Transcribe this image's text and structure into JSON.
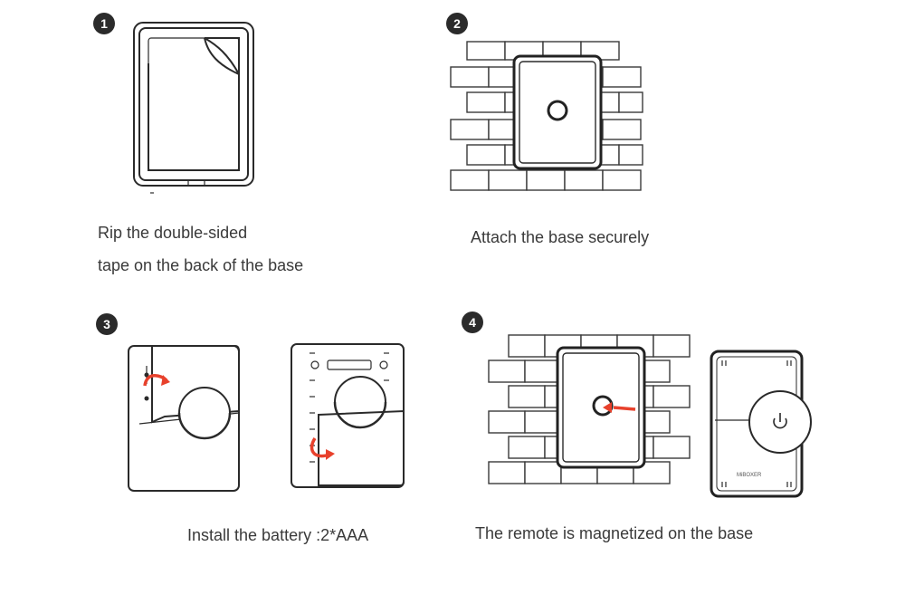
{
  "steps": [
    {
      "number": "1",
      "caption_line1": "Rip the double-sided",
      "caption_line2": "tape on the back of the base"
    },
    {
      "number": "2",
      "caption": "Attach the base securely"
    },
    {
      "number": "3",
      "caption": "Install the battery :2*AAA"
    },
    {
      "number": "4",
      "caption": "The remote is magnetized on the base"
    }
  ],
  "remote_brand": "MiBOXER",
  "colors": {
    "arrow": "#e8412c",
    "line": "#2a2a2a",
    "badge": "#2b2b2b"
  },
  "icons": [
    "power-icon",
    "rotate-arrow-icon",
    "insert-arrow-icon"
  ]
}
